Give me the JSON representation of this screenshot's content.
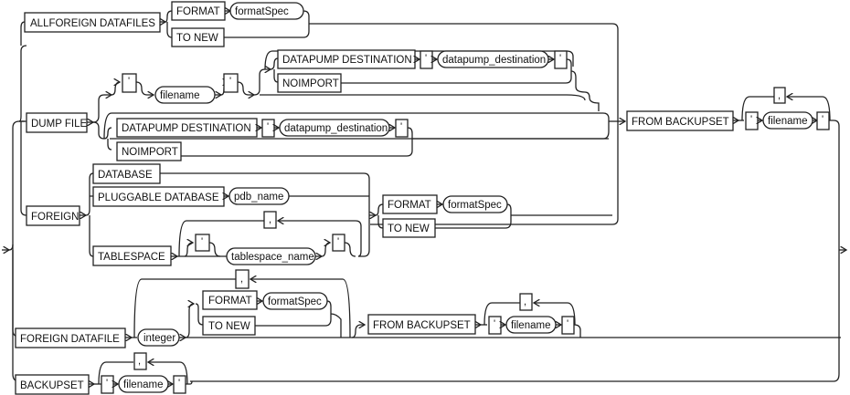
{
  "diagram": {
    "kind": "syntax railroad diagram",
    "branches": {
      "allforeign": {
        "keyword": "ALLFOREIGN DATAFILES",
        "format": "FORMAT",
        "format_spec": "formatSpec",
        "to_new": "TO NEW"
      },
      "dumpfile": {
        "keyword": "DUMP FILE",
        "quote": "'",
        "filename": "filename",
        "datapump_destination_kw": "DATAPUMP DESTINATION",
        "datapump_destination": "datapump_destination",
        "noimport": "NOIMPORT"
      },
      "foreign": {
        "keyword": "FOREIGN",
        "database": "DATABASE",
        "pluggable_database": "PLUGGABLE DATABASE",
        "pdb_name": "pdb_name",
        "tablespace": "TABLESPACE",
        "tablespace_name": "tablespace_name",
        "comma": ",",
        "format": "FORMAT",
        "format_spec": "formatSpec",
        "to_new": "TO NEW"
      },
      "from_backupset": {
        "keyword": "FROM BACKUPSET",
        "filename": "filename",
        "comma": ","
      },
      "foreign_datafile": {
        "keyword": "FOREIGN DATAFILE",
        "integer": "integer",
        "format": "FORMAT",
        "format_spec": "formatSpec",
        "to_new": "TO NEW",
        "comma": ",",
        "from_backupset": "FROM BACKUPSET",
        "filename": "filename"
      },
      "backupset": {
        "keyword": "BACKUPSET",
        "filename": "filename",
        "comma": ","
      }
    }
  }
}
